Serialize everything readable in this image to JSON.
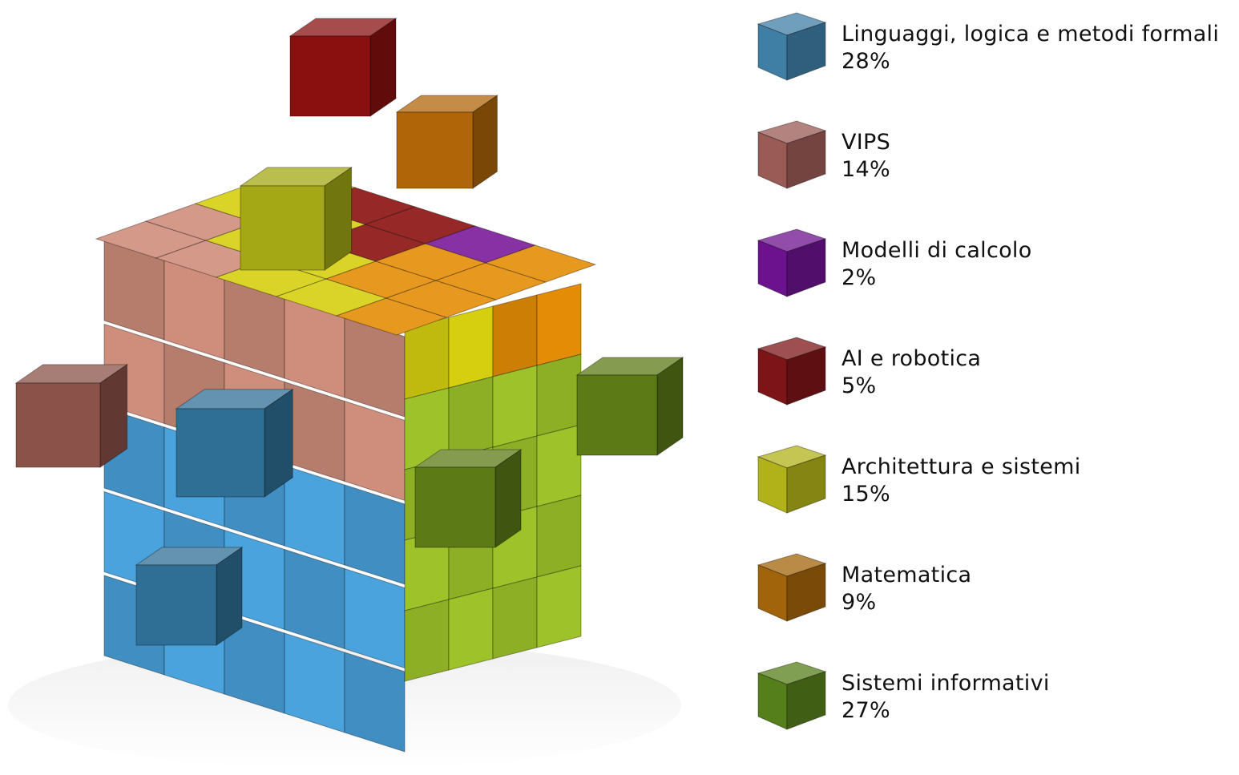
{
  "chart_data": {
    "type": "pie",
    "categories": [
      "Linguaggi, logica e metodi formali",
      "VIPS",
      "Modelli di calcolo",
      "AI e robotica",
      "Architettura e sistemi",
      "Matematica",
      "Sistemi informativi"
    ],
    "values": [
      28,
      14,
      2,
      5,
      15,
      9,
      27
    ],
    "value_labels": [
      "28%",
      "14%",
      "2%",
      "5%",
      "15%",
      "9%",
      "27%"
    ],
    "colors": [
      "#3f7fa6",
      "#9a5a55",
      "#6d128f",
      "#7d1417",
      "#b1b11a",
      "#a2640a",
      "#557f1a"
    ],
    "legend_position": "right"
  },
  "legend": {
    "items": [
      {
        "label": "Linguaggi, logica e metodi formali",
        "value": "28%",
        "icon": "cube-blue-icon",
        "color": "#3f7fa6"
      },
      {
        "label": "VIPS",
        "value": "14%",
        "icon": "cube-pink-icon",
        "color": "#9a5a55"
      },
      {
        "label": "Modelli di calcolo",
        "value": "2%",
        "icon": "cube-purple-icon",
        "color": "#6d128f"
      },
      {
        "label": "AI e robotica",
        "value": "5%",
        "icon": "cube-red-icon",
        "color": "#7d1417"
      },
      {
        "label": "Architettura e sistemi",
        "value": "15%",
        "icon": "cube-yellow-icon",
        "color": "#b1b11a"
      },
      {
        "label": "Matematica",
        "value": "9%",
        "icon": "cube-orange-icon",
        "color": "#a2640a"
      },
      {
        "label": "Sistemi informativi",
        "value": "27%",
        "icon": "cube-green-icon",
        "color": "#557f1a"
      }
    ]
  },
  "palette": {
    "blue": "#4aa3dc",
    "pink": "#cf8e7c",
    "yellow": "#d6cf10",
    "orange": "#e48c06",
    "green": "#9dc22a",
    "dark_red": "#8a1010",
    "dark_orange": "#b06508",
    "purple": "#7a1a9a",
    "olive": "#a3a814",
    "dark_green": "#5c7a16",
    "dark_blue": "#2f6f96",
    "brown": "#8a5248"
  }
}
